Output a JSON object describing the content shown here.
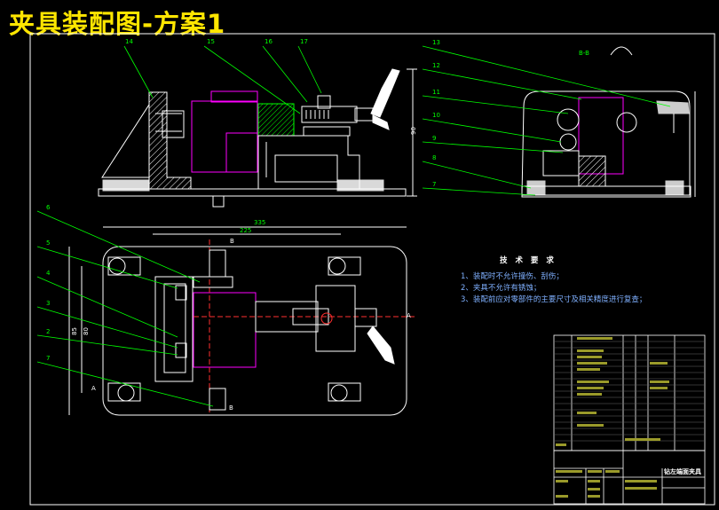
{
  "title": "夹具装配图-方案1",
  "view_label": "B-B",
  "part_numbers": [
    "14",
    "15",
    "16",
    "17",
    "13",
    "12",
    "11",
    "10",
    "9",
    "8",
    "7",
    "6",
    "5",
    "4",
    "3",
    "2",
    "7"
  ],
  "section_marks": {
    "b_top": "B",
    "b_bottom": "B",
    "a_right": "A",
    "a_left": "A"
  },
  "dimensions": {
    "overall_width": "335",
    "bolt_pitch": "225",
    "height_right": "90",
    "height_left": "85",
    "pitch_left": "80"
  },
  "technical_requirements": {
    "heading": "技 术 要 求",
    "items": [
      "1、装配时不允许撞伤、刮伤；",
      "2、夹具不允许有锈蚀；",
      "3、装配前应对零部件的主要尺寸及相关精度进行复查；"
    ]
  },
  "title_block": {
    "part_name": "钻左端面夹具",
    "colors": {
      "frame": "#ffffff",
      "accent": "#00ff00",
      "text_fill": "#9a9a2a"
    }
  }
}
